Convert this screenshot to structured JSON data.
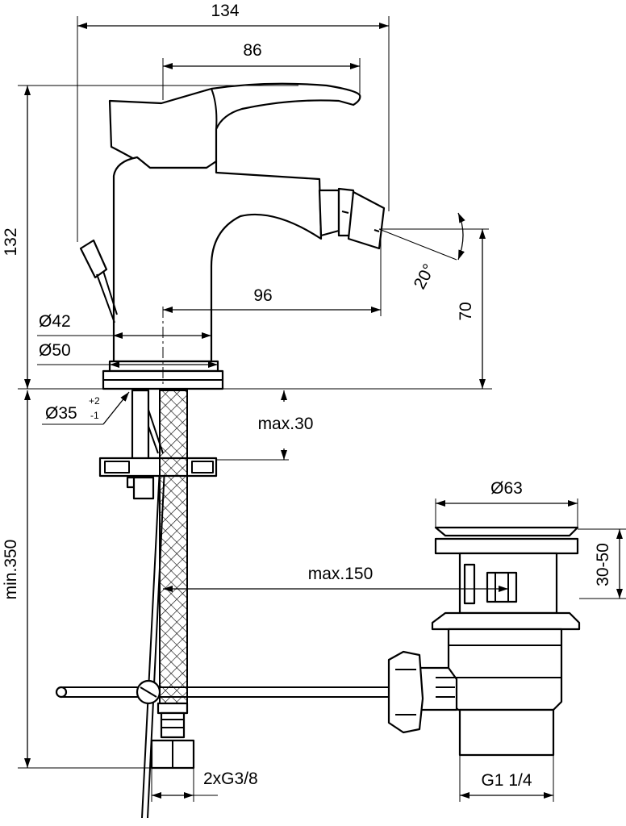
{
  "dimensions": {
    "overall_width": "134",
    "spout_reach": "86",
    "overall_height": "132",
    "spout_projection": "96",
    "spout_angle": "20°",
    "spout_height": "70",
    "base_diameter_inner": "Ø42",
    "base_diameter_outer": "Ø50",
    "hole_diameter": "Ø35",
    "hole_tol_plus": "+2",
    "hole_tol_minus": "-1",
    "deck_thickness": "max.30",
    "min_length": "min.350",
    "pull_rod": "max.150",
    "waste_diameter": "Ø63",
    "waste_height": "30-50",
    "waste_thread": "G1 1/4",
    "hose_thread": "2xG3/8"
  }
}
